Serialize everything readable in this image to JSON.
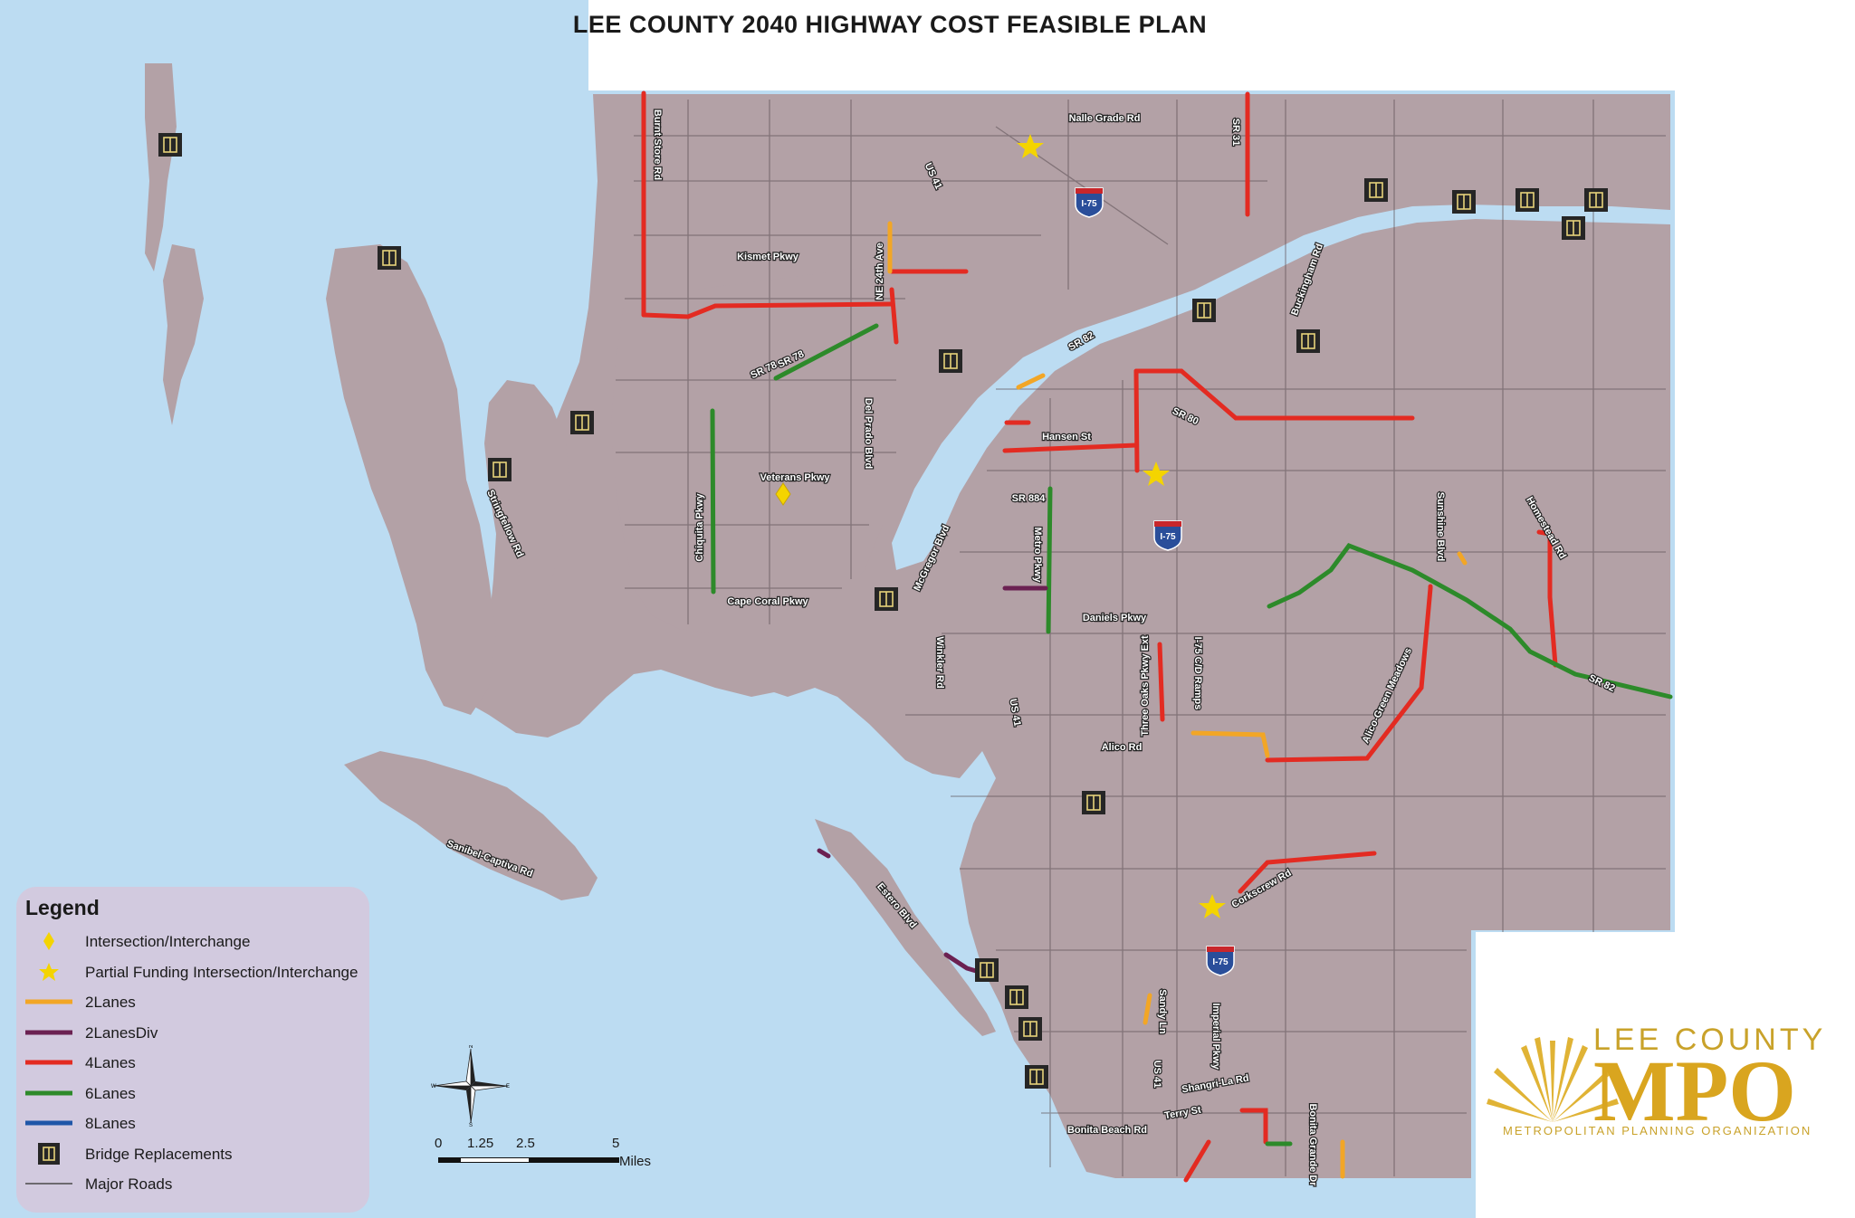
{
  "title": "LEE COUNTY 2040 HIGHWAY COST FEASIBLE PLAN",
  "colors": {
    "water": "#bcdcf2",
    "land": "#b3a1a6",
    "lanes_2": "#f2a626",
    "lanes_2_div": "#6b2152",
    "lanes_4": "#e32b22",
    "lanes_6": "#2d8a2a",
    "lanes_8": "#1f56a8",
    "intersection": "#f4d400",
    "bridge": "#262626"
  },
  "road_labels": [
    {
      "text": "Burnt Store Rd"
    },
    {
      "text": "Nalle Grade Rd"
    },
    {
      "text": "SR 31"
    },
    {
      "text": "US 41"
    },
    {
      "text": "Kismet Pkwy"
    },
    {
      "text": "NE 24th Ave"
    },
    {
      "text": "SR 78"
    },
    {
      "text": "SR 78"
    },
    {
      "text": "Buckingham Rd"
    },
    {
      "text": "SR 82"
    },
    {
      "text": "SR 80"
    },
    {
      "text": "Hansen St"
    },
    {
      "text": "Del Prado Blvd"
    },
    {
      "text": "Veterans Pkwy"
    },
    {
      "text": "Chiquita Pkwy"
    },
    {
      "text": "Cape Coral Pkwy"
    },
    {
      "text": "McGregor Blvd"
    },
    {
      "text": "SR 884"
    },
    {
      "text": "Metro Pkwy"
    },
    {
      "text": "Daniels Pkwy"
    },
    {
      "text": "Sunshine Blvd"
    },
    {
      "text": "Homestead Rd"
    },
    {
      "text": "SR 82"
    },
    {
      "text": "Winkler Rd"
    },
    {
      "text": "US 41"
    },
    {
      "text": "Three Oaks Pkwy Ext"
    },
    {
      "text": "I-75 C/D Ramps"
    },
    {
      "text": "Alico-Green Meadows"
    },
    {
      "text": "Alico Rd"
    },
    {
      "text": "Stringfellow Rd"
    },
    {
      "text": "Sanibel-Captiva Rd"
    },
    {
      "text": "Estero Blvd"
    },
    {
      "text": "Corkscrew Rd"
    },
    {
      "text": "Sandy Ln"
    },
    {
      "text": "Imperial Pkwy"
    },
    {
      "text": "US 41"
    },
    {
      "text": "Shangri-La Rd"
    },
    {
      "text": "Bonita Grande Dr"
    },
    {
      "text": "Terry St"
    },
    {
      "text": "Bonita Beach Rd"
    }
  ],
  "shields": [
    {
      "text": "I-75"
    },
    {
      "text": "I-75"
    },
    {
      "text": "I-75"
    }
  ],
  "legend": {
    "title": "Legend",
    "items": [
      {
        "label": "Intersection/Interchange",
        "symbol": "diamond",
        "color": "#f4d400"
      },
      {
        "label": "Partial Funding Intersection/Interchange",
        "symbol": "star",
        "color": "#f4d400"
      },
      {
        "label": "2Lanes",
        "symbol": "line",
        "color": "#f2a626"
      },
      {
        "label": "2LanesDiv",
        "symbol": "line",
        "color": "#6b2152"
      },
      {
        "label": "4Lanes",
        "symbol": "line",
        "color": "#e32b22"
      },
      {
        "label": "6Lanes",
        "symbol": "line",
        "color": "#2d8a2a"
      },
      {
        "label": "8Lanes",
        "symbol": "line",
        "color": "#1f56a8"
      },
      {
        "label": "Bridge Replacements",
        "symbol": "bridge",
        "color": "#262626"
      },
      {
        "label": "Major Roads",
        "symbol": "thin",
        "color": "#4a4a4a"
      }
    ]
  },
  "scale": {
    "ticks": [
      "0",
      "1.25",
      "2.5",
      "5"
    ],
    "unit": "Miles"
  },
  "compass": {
    "n": "N",
    "s": "S",
    "e": "E",
    "w": "W"
  },
  "logo": {
    "line1": "LEE COUNTY",
    "line2": "MPO",
    "line3": "METROPOLITAN PLANNING ORGANIZATION"
  }
}
